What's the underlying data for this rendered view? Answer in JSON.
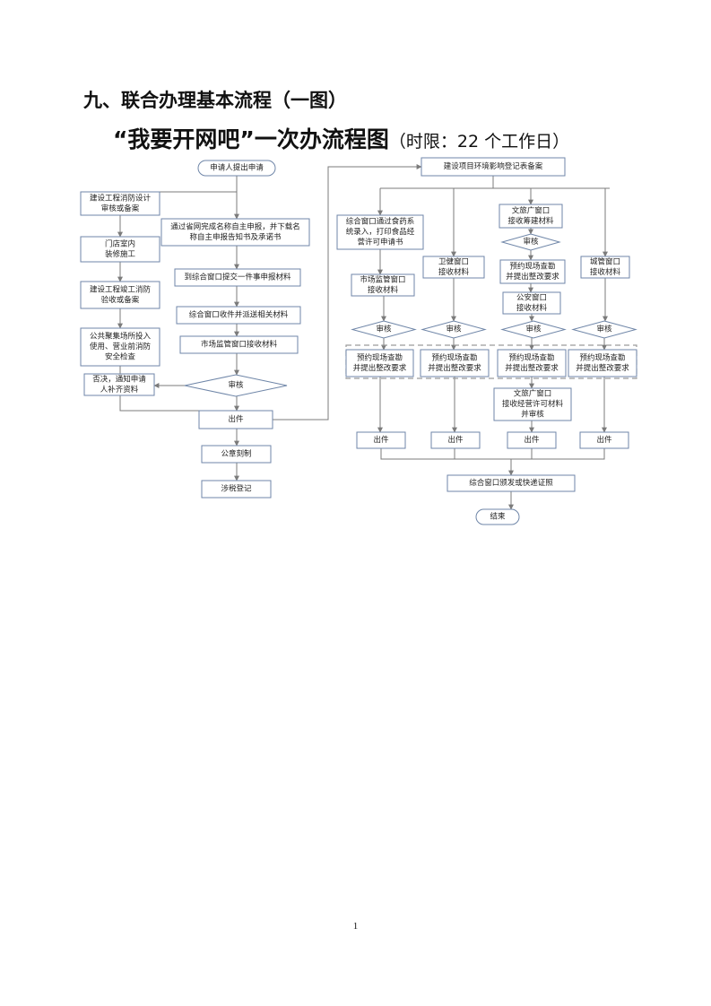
{
  "heading": "九、联合办理基本流程（一图）",
  "subtitle": "“我要开网吧”一次办流程图",
  "time_limit": "（时限：22 个工作日）",
  "page_number": "1",
  "nodes": {
    "start": "申请人提出申请",
    "fire_design": "建设工程消防设计|审核或备案",
    "online_name": "通过省网完成名称自主申报，并下载名|称自主申报告知书及承诺书",
    "renovation": "门店室内|装修施工",
    "submit_one": "到综合窗口提交一件事申报材料",
    "fire_accept": "建设工程竣工消防|验收或备案",
    "receive_dispatch": "综合窗口收件并派送相关材料",
    "public_safety": "公共聚集场所投入|使用、营业前消防|安全检查",
    "market_receive": "市场监管窗口接收材料",
    "reject": "否决，通知申请|人补齐资料",
    "review_main": "审核",
    "issue_main": "出件",
    "seal": "公章刻制",
    "tax": "涉税登记",
    "env_record": "建设项目环境影响登记表备案",
    "food_system": "综合窗口通过食药系|统录入，打印食品经|营许可申请书",
    "culture_prep": "文旅广窗口|接收筹建材料",
    "culture_review1": "审核",
    "health_window": "卫健窗口|接收材料",
    "culture_site": "预约现场查勘|并提出整改要求",
    "urban_window": "城管窗口|接收材料",
    "market_window2": "市场监管窗口|接收材料",
    "police_window": "公安窗口|接收材料",
    "review_c1": "审核",
    "review_c2": "审核",
    "review_c3": "审核",
    "review_c4": "审核",
    "site_c1": "预约现场查勘|并提出整改要求",
    "site_c2": "预约现场查勘|并提出整改要求",
    "site_c3": "预约现场查勘|并提出整改要求",
    "site_c4": "预约现场查勘|并提出整改要求",
    "culture_license": "文旅广窗口|接收经营许可材料|并审核",
    "issue_c1": "出件",
    "issue_c2": "出件",
    "issue_c3": "出件",
    "issue_c4": "出件",
    "final_issue": "综合窗口颁发或快递证照",
    "end": "结束"
  }
}
